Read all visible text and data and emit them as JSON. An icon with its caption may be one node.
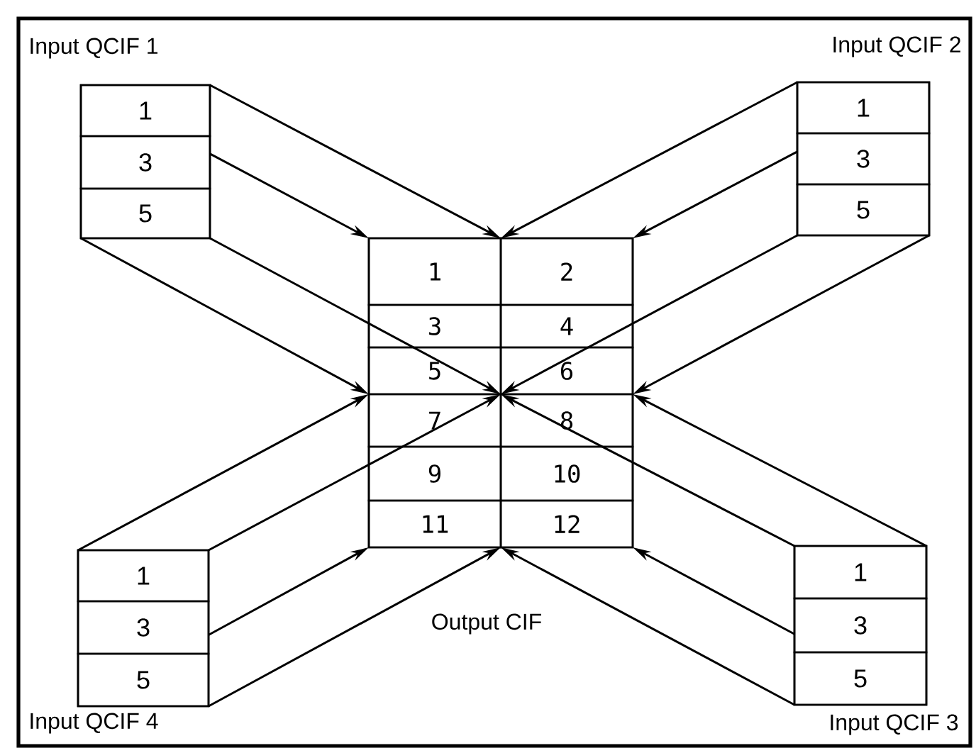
{
  "diagram": {
    "nodes": [
      {
        "text": [
          "Input QCIF 1"
        ]
      },
      {
        "text": [
          "1"
        ],
        "in": 0
      },
      {
        "text": [
          "3"
        ],
        "in": 0
      },
      {
        "text": [
          "5"
        ],
        "in": 0
      },
      {
        "text": [
          "Input QCIF 2"
        ]
      },
      {
        "text": [
          "1"
        ],
        "in": 4
      },
      {
        "text": [
          "3"
        ],
        "in": 4
      },
      {
        "text": [
          "5"
        ],
        "in": 4
      },
      {
        "text": [
          "Output CIF"
        ]
      },
      {
        "text": [
          "Input QCIF 4"
        ]
      },
      {
        "text": [
          "1"
        ],
        "in": 9
      },
      {
        "text": [
          "3"
        ],
        "in": 9
      },
      {
        "text": [
          "5"
        ],
        "in": 9
      },
      {
        "text": [
          "Input QCIF 3"
        ]
      },
      {
        "text": [
          "1"
        ],
        "in": 13
      },
      {
        "text": [
          "3"
        ],
        "in": 13
      },
      {
        "text": [
          "5"
        ],
        "in": 13
      }
    ],
    "edges": [
      {
        "from": 1,
        "to": 8,
        "arrow": "to"
      },
      {
        "from": 2,
        "to": 8,
        "arrow": "to"
      },
      {
        "from": 3,
        "to": 8,
        "arrow": "to"
      },
      {
        "from": 3,
        "to": 8,
        "arrow": "to"
      },
      {
        "from": 5,
        "to": 8,
        "arrow": "to"
      },
      {
        "from": 6,
        "to": 8,
        "arrow": "to"
      },
      {
        "from": 7,
        "to": 8,
        "arrow": "to"
      },
      {
        "from": 7,
        "to": 8,
        "arrow": "to"
      },
      {
        "from": 10,
        "to": 8,
        "arrow": "to"
      },
      {
        "from": 10,
        "to": 8,
        "arrow": "to"
      },
      {
        "from": 11,
        "to": 8,
        "arrow": "to"
      },
      {
        "from": 12,
        "to": 8,
        "arrow": "to"
      },
      {
        "from": 14,
        "to": 8,
        "arrow": "to"
      },
      {
        "from": 14,
        "to": 8,
        "arrow": "to"
      },
      {
        "from": 16,
        "to": 8,
        "arrow": "to"
      },
      {
        "from": 15,
        "to": 8,
        "arrow": "to"
      }
    ],
    "labels": [
      "1",
      "2",
      "3",
      "4",
      "5",
      "6",
      "7",
      "8",
      "9",
      "10",
      "11",
      "12"
    ]
  }
}
